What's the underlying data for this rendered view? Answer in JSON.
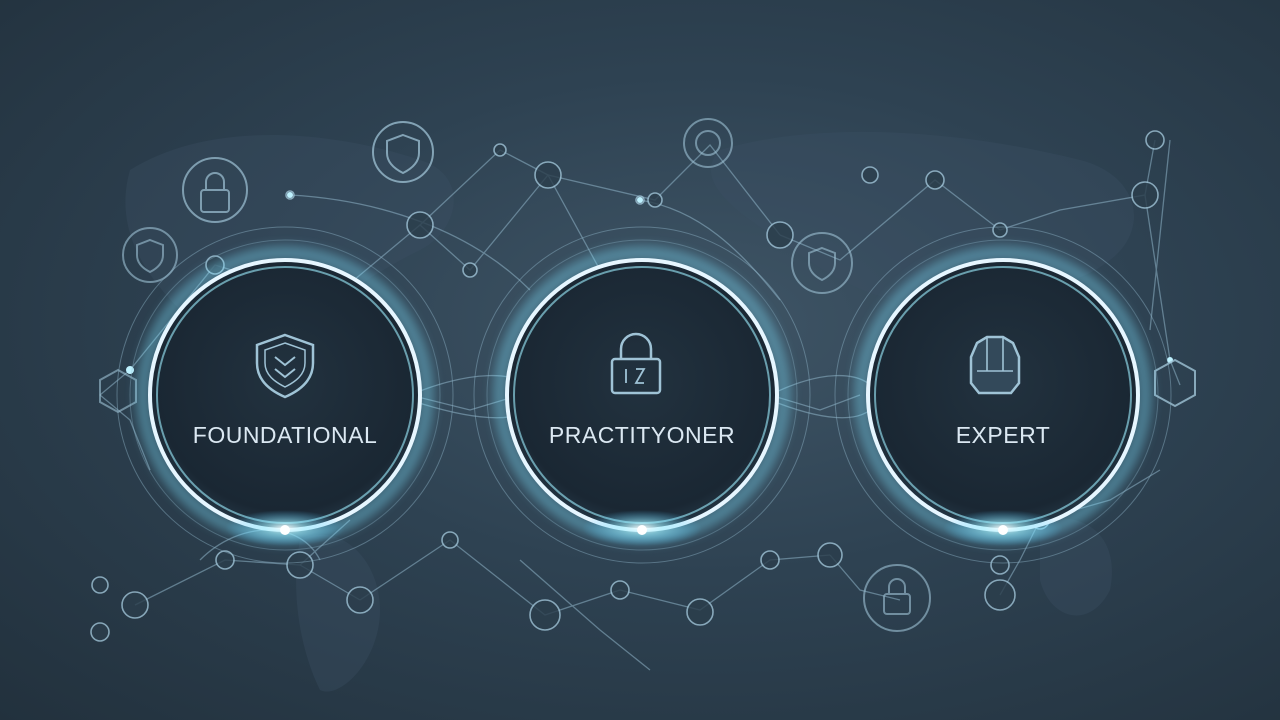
{
  "stages": [
    {
      "label": "FOUNDATIONAL",
      "icon": "shield-icon"
    },
    {
      "label": "PRACTITYONER",
      "icon": "padlock-icon"
    },
    {
      "label": "EXPERT",
      "icon": "armor-icon"
    }
  ],
  "colors": {
    "glow": "#7fe3ff",
    "ring": "#cfe9f5",
    "line": "#8fb4c8",
    "disc": "#1d2c38",
    "label": "#dbe8f2"
  }
}
